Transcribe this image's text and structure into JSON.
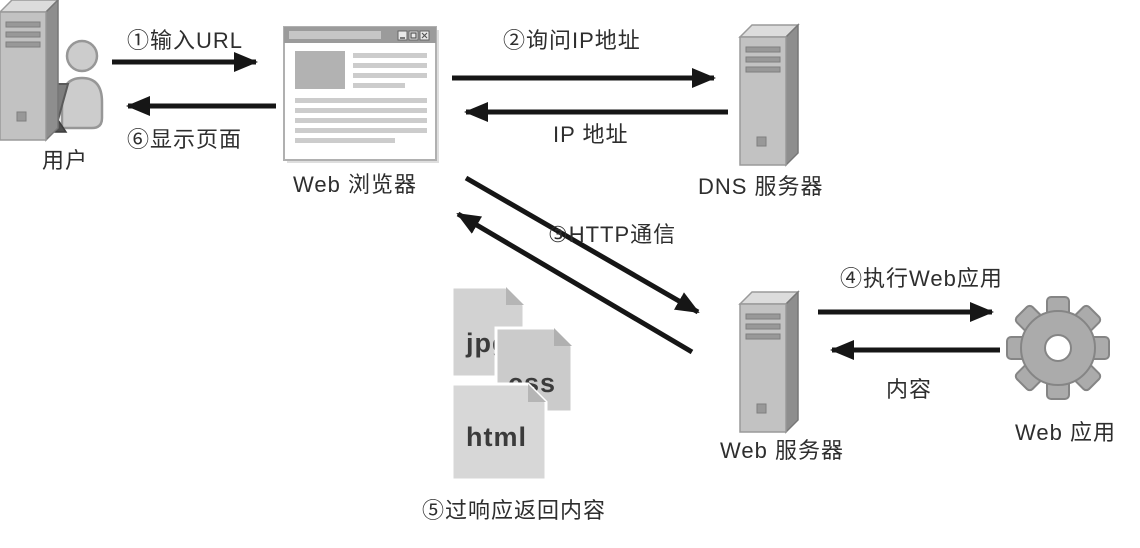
{
  "diagram": {
    "nodes": {
      "user": "用户",
      "browser": "Web 浏览器",
      "dns_server": "DNS 服务器",
      "web_server": "Web 服务器",
      "web_app": "Web 应用"
    },
    "steps": {
      "s1": "①输入URL",
      "s2": "②询问IP地址",
      "s3": "③HTTP通信",
      "s4": "④执行Web应用",
      "s5": "⑤过响应返回内容",
      "s6": "⑥显示页面"
    },
    "edge_labels": {
      "ip_address": "IP 地址",
      "content": "内容"
    },
    "files": [
      "jpg",
      "css",
      "html"
    ],
    "colors": {
      "arrow": "#161616",
      "icon_gray": "#c2c2c2",
      "text": "#2e2e2e"
    }
  }
}
